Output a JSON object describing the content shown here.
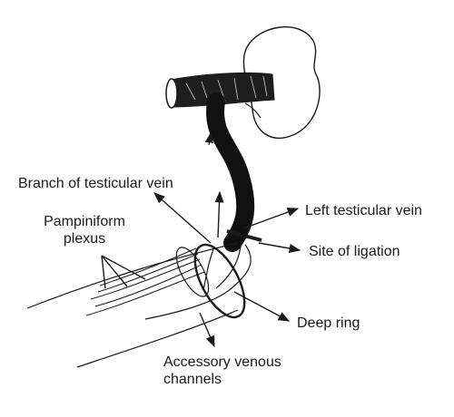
{
  "labels": {
    "branch": "Branch of testicular vein",
    "pampiniform_line1": "Pampiniform",
    "pampiniform_line2": "plexus",
    "left_testicular": "Left testicular vein",
    "ligation": "Site of ligation",
    "deep_ring": "Deep ring",
    "accessory_line1": "Accessory venous",
    "accessory_line2": "channels"
  },
  "colors": {
    "ink": "#1a1a1a",
    "background": "#ffffff"
  }
}
